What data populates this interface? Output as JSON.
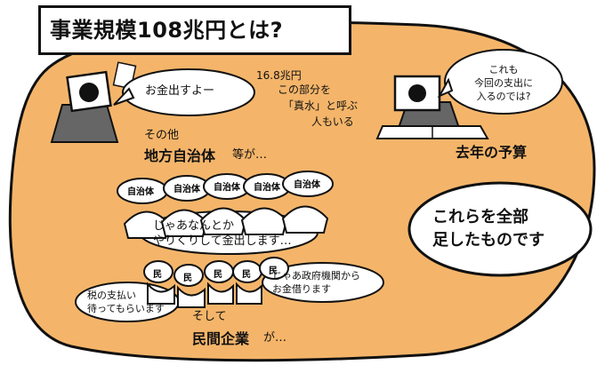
{
  "title": "事業規模108兆円とは?",
  "colors": {
    "blob": "#F4B56A",
    "ink": "#111111",
    "flag_circle": "#111111"
  },
  "scenes": {
    "official_bubble": {
      "text": "お金出すよー"
    },
    "annotation": {
      "lines": [
        "16.8兆円",
        "この部分を",
        "「真水」と呼ぶ",
        "人もいる"
      ]
    },
    "budget_bubble": {
      "lines": [
        "これも",
        "今回の支出に",
        "入るのでは?"
      ]
    },
    "budget_label": "去年の予算",
    "local_label": {
      "prefix": "その他",
      "main": "地方自治体",
      "suffix": "等が…"
    },
    "local_signs": [
      "自治体",
      "自治体",
      "自治体",
      "自治体",
      "自治体"
    ],
    "local_bubble": {
      "lines": [
        "じゃあなんとか",
        "やりくりして金出します…"
      ]
    },
    "summary_bubble": {
      "lines": [
        "これらを全部",
        "足したものです"
      ]
    },
    "citizen_signs": [
      "民",
      "民",
      "民",
      "民",
      "民"
    ],
    "gov_agency_bubble": {
      "lines": [
        "じゃあ政府機関から",
        "お金借ります"
      ]
    },
    "tax_bubble": {
      "lines": [
        "税の支払い",
        "待ってもらいます"
      ]
    },
    "private_label": {
      "prefix": "そして",
      "main": "民間企業",
      "suffix": "が…"
    }
  }
}
